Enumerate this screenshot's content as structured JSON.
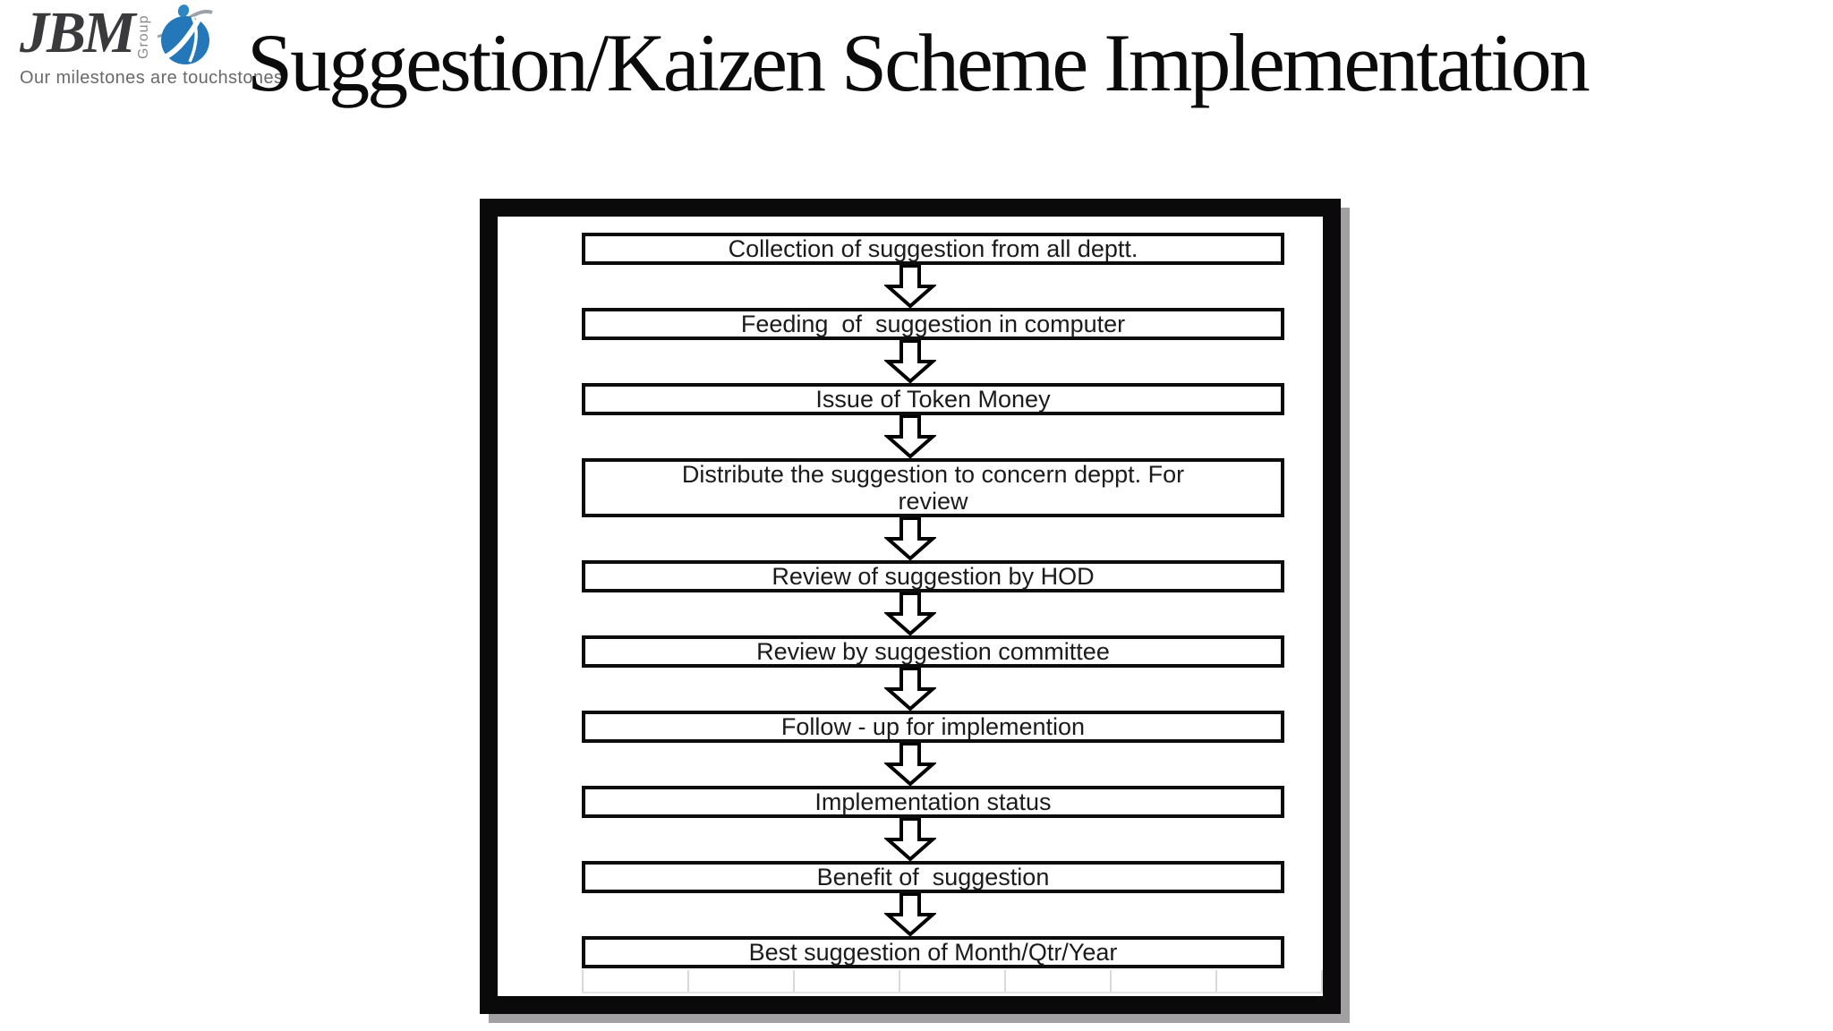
{
  "logo": {
    "brand": "JBM",
    "brand_sub": "Group",
    "tagline": "Our milestones are touchstones"
  },
  "title": "Suggestion/Kaizen Scheme Implementation",
  "flowchart": {
    "steps": [
      {
        "label": "Collection of suggestion from all deptt."
      },
      {
        "label": "Feeding  of  suggestion in computer"
      },
      {
        "label": "Issue of Token Money"
      },
      {
        "label": "Distribute the suggestion to concern deppt. For\nreview"
      },
      {
        "label": "Review of suggestion by HOD"
      },
      {
        "label": "Review by suggestion committee"
      },
      {
        "label": "Follow - up for implemention"
      },
      {
        "label": "Implementation status"
      },
      {
        "label": "Benefit of  suggestion"
      },
      {
        "label": "Best suggestion of Month/Qtr/Year"
      }
    ],
    "connector": "down-arrow"
  },
  "colors": {
    "background": "#ffffff",
    "frame_border": "#0a0a0a",
    "frame_shadow": "#a3a0a3",
    "box_border": "#0c0c0c",
    "box_text": "#1b1b1b",
    "title_text": "#0b0b0b",
    "logo_blue": "#2477b8",
    "logo_dark": "#3a3a3c",
    "logo_gray": "#6a6a6a",
    "grid_line": "#d9d9d9"
  }
}
